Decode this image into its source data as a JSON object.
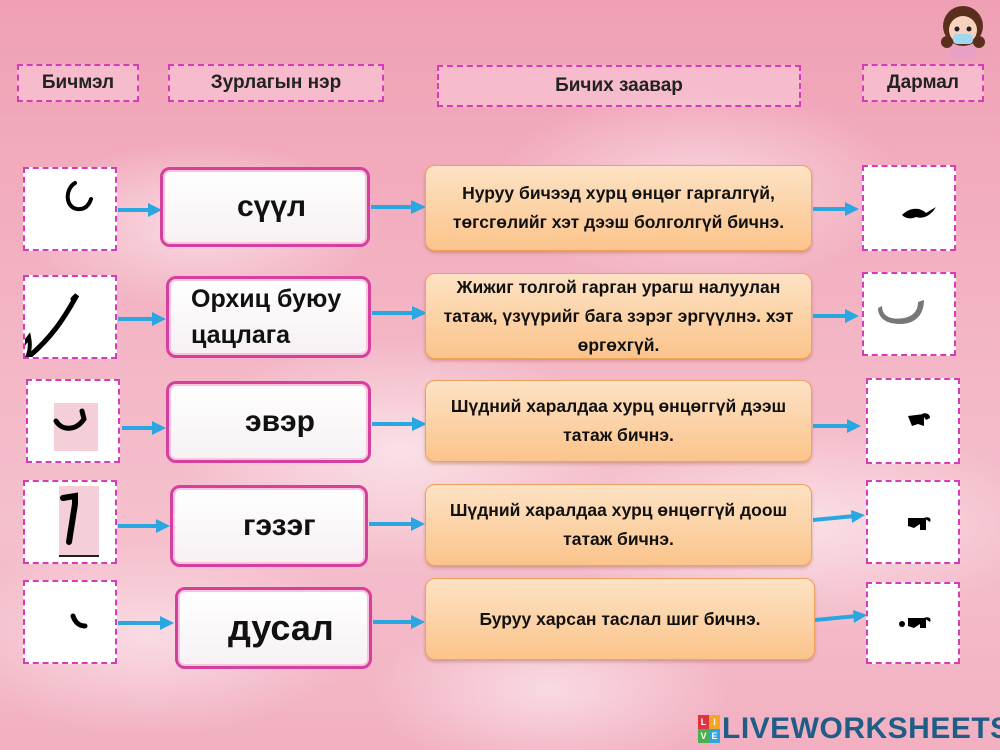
{
  "headers": {
    "bichmel": "Бичмэл",
    "zurlagyn_ner": "Зурлагын нэр",
    "bichikh_zaavar": "Бичих заавар",
    "darmal": "Дармал"
  },
  "rows": [
    {
      "name": "сүүл",
      "instruction": "Нуруу бичээд хурц өнцөг гаргалгүй, төгсгөлийг хэт дээш болголгүй бичнэ."
    },
    {
      "name": "Орхиц буюу цацлага",
      "instruction": "Жижиг толгой гарган урагш налуулан татаж, үзүүрийг бага зэрэг эргүүлнэ. хэт өргөхгүй."
    },
    {
      "name": "эвэр",
      "instruction": "Шүдний харалдаа хурц өнцөггүй дээш татаж бичнэ."
    },
    {
      "name": "гэзэг",
      "instruction": "Шүдний харалдаа хурц өнцөггүй доош татаж  бичнэ."
    },
    {
      "name": "дусал",
      "instruction": "Буруу харсан таслал шиг бичнэ."
    }
  ],
  "logo": {
    "badge": [
      "L",
      "I",
      "V",
      "E"
    ],
    "text": "LIVEWORKSHEETS"
  },
  "colors": {
    "accent_border": "#d5409f",
    "arrow": "#2aa7e0",
    "instruction_bg": "#fbc48b",
    "logo": "#1f5d86"
  }
}
